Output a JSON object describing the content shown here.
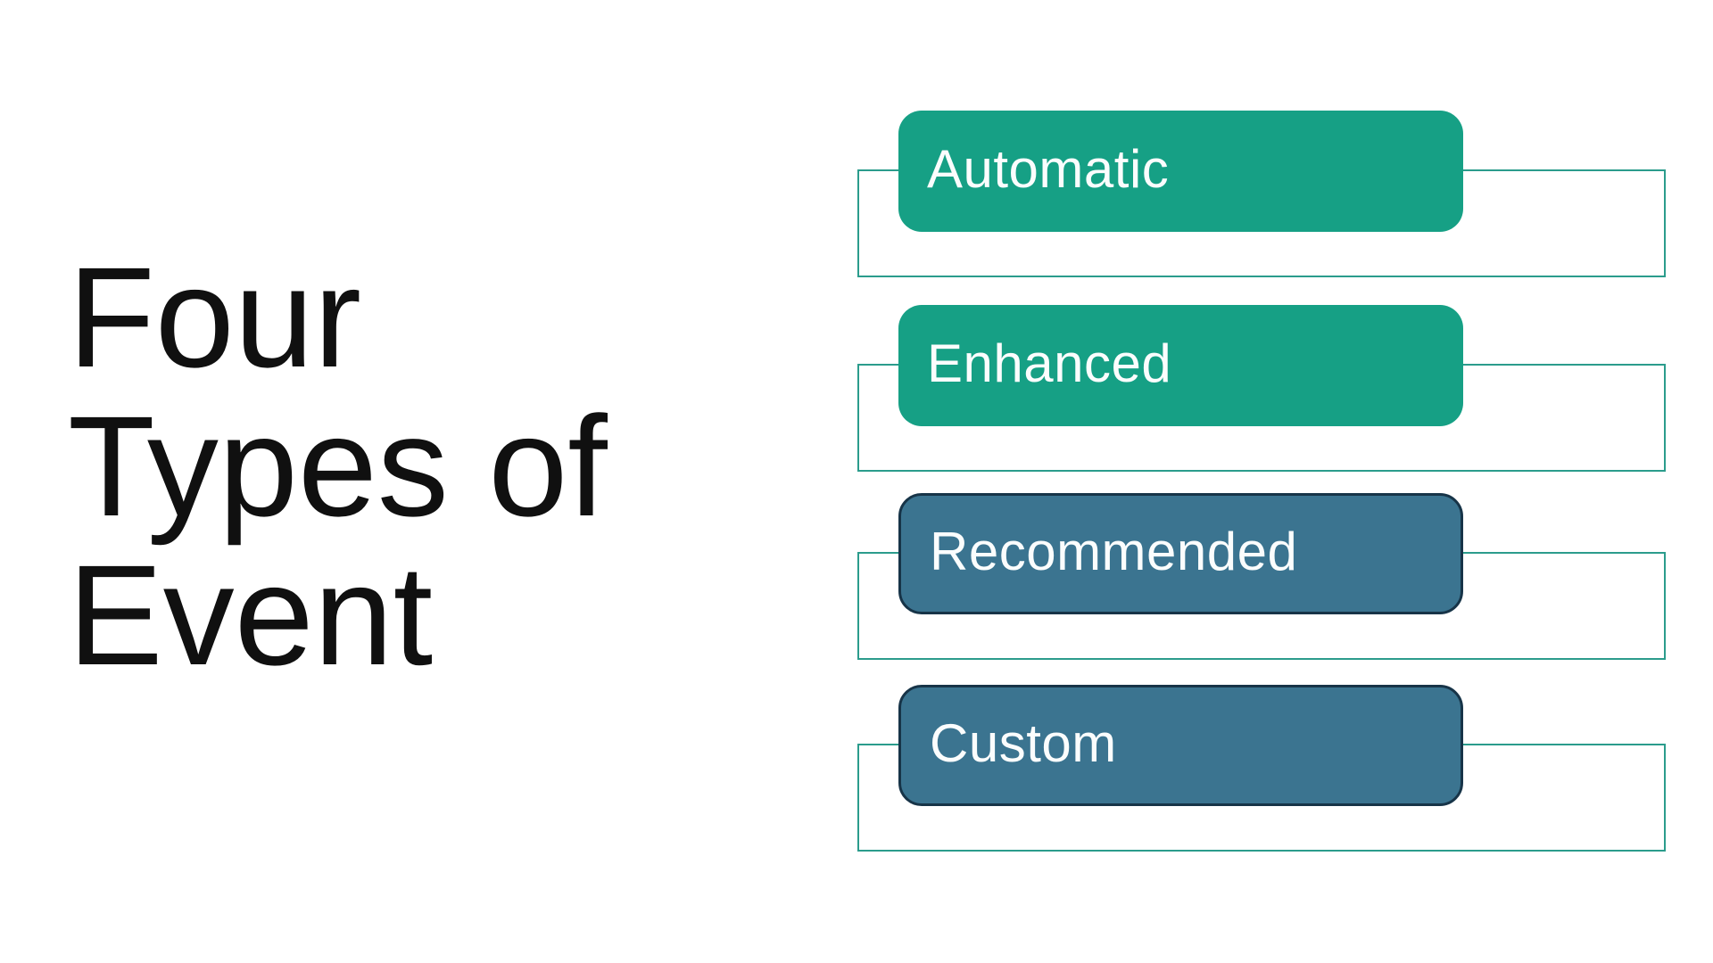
{
  "slide": {
    "background": "#ffffff",
    "title": {
      "text": "Four Types of Event",
      "lines": [
        "Four",
        "Types of",
        "Event"
      ],
      "color": "#101010"
    }
  },
  "event_types": [
    {
      "label": "Automatic",
      "variant": "green"
    },
    {
      "label": "Enhanced",
      "variant": "green"
    },
    {
      "label": "Recommended",
      "variant": "blue"
    },
    {
      "label": "Custom",
      "variant": "blue"
    }
  ],
  "colors": {
    "green_fill": "#16a085",
    "blue_fill": "#3b7490",
    "blue_border": "#173448",
    "outline_stroke": "#2b9c8c",
    "label_text": "#fbfdfd",
    "title_color": "#101010",
    "slide_background": "#ffffff"
  }
}
